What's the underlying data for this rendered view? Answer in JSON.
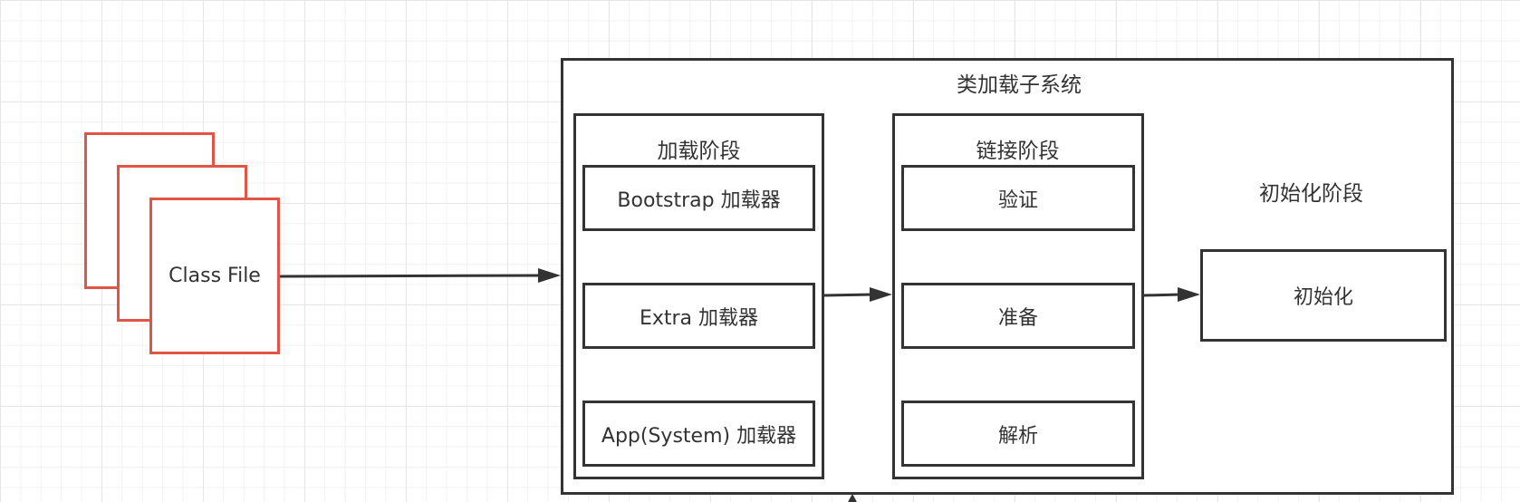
{
  "class_file": {
    "label": "Class File"
  },
  "subsystem": {
    "title": "类加载子系统"
  },
  "loading": {
    "title": "加载阶段",
    "items": [
      "Bootstrap 加载器",
      "Extra 加载器",
      "App(System) 加载器"
    ]
  },
  "linking": {
    "title": "链接阶段",
    "items": [
      "验证",
      "准备",
      "解析"
    ]
  },
  "init": {
    "title": "初始化阶段",
    "item": "初始化"
  },
  "colors": {
    "line": "#333333",
    "file_border": "#e05545",
    "grid": "#e6e6e6"
  }
}
